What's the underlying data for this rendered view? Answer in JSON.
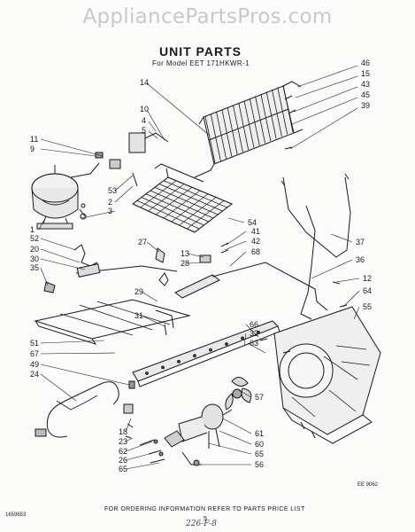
{
  "watermark": "AppliancePartsPros.com",
  "title": "UNIT PARTS",
  "subtitle": "For Model EET 171HKWR-1",
  "footer_note": "FOR ORDERING INFORMATION REFER TO PARTS PRICE LIST",
  "page_number": "5",
  "doc_code": "1659653",
  "figure_code": "EE 9062",
  "handwritten_note": "226-F-8",
  "callouts": [
    "46",
    "15",
    "43",
    "45",
    "39",
    "14",
    "10",
    "4",
    "5",
    "11",
    "9",
    "53",
    "2",
    "3",
    "1",
    "54",
    "27",
    "41",
    "42",
    "13",
    "28",
    "68",
    "52",
    "20",
    "30",
    "35",
    "37",
    "36",
    "12",
    "64",
    "55",
    "29",
    "31",
    "51",
    "67",
    "49",
    "24",
    "66",
    "32",
    "63",
    "18",
    "23",
    "62",
    "26",
    "65",
    "57",
    "61",
    "60",
    "65",
    "56"
  ]
}
